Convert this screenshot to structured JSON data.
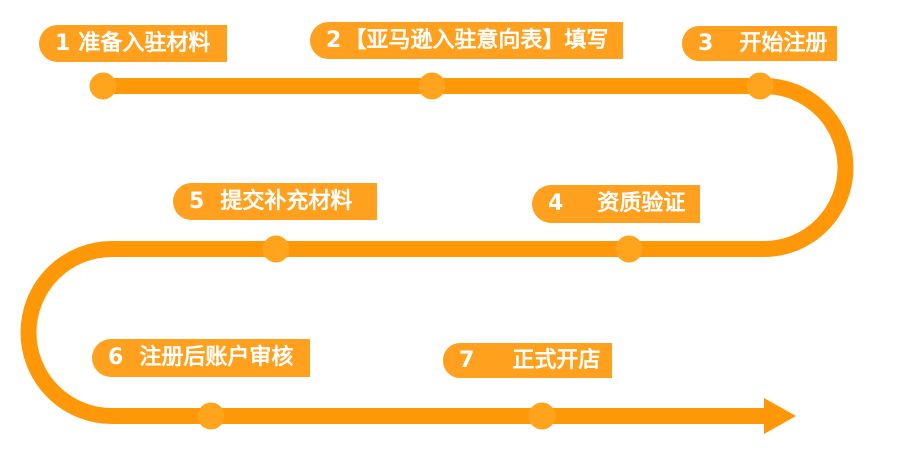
{
  "colors": {
    "background": "#FFFFFF",
    "pill": "#FFA01E",
    "path": "#FF9808",
    "node": "#FFA41C",
    "text": "#FFFFFF"
  },
  "steps": [
    {
      "num": "1",
      "label": "准备入驻材料"
    },
    {
      "num": "2",
      "label": "【亚马逊入驻意向表】填写"
    },
    {
      "num": "3",
      "label": "开始注册"
    },
    {
      "num": "4",
      "label": "资质验证"
    },
    {
      "num": "5",
      "label": "提交补充材料"
    },
    {
      "num": "6",
      "label": "注册后账户审核"
    },
    {
      "num": "7",
      "label": "正式开店"
    }
  ]
}
